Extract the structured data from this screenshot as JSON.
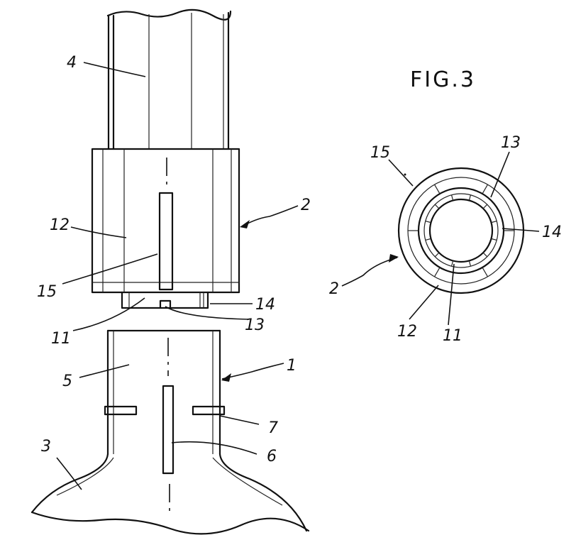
{
  "figure_title": "FIG.3",
  "labels": {
    "l4": "4",
    "l12": "12",
    "l2a": "2",
    "l15": "15",
    "l14": "14",
    "l13": "13",
    "l11": "11",
    "l5": "5",
    "l1": "1",
    "l7": "7",
    "l3": "3",
    "l6": "6",
    "f15": "15",
    "f13": "13",
    "f14": "14",
    "f2": "2",
    "f12": "12",
    "f11": "11"
  },
  "colors": {
    "ink": "#111111",
    "paper": "#ffffff"
  }
}
